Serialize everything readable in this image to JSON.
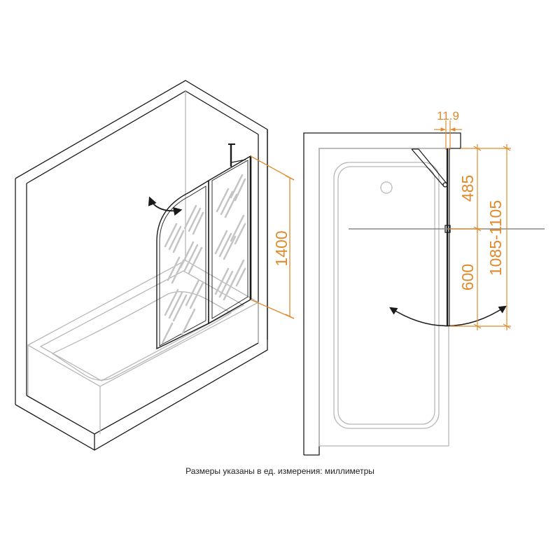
{
  "colors": {
    "outline": "#1a1a1a",
    "light": "#b8b8b8",
    "dimension": "#e08a2c",
    "background": "#ffffff"
  },
  "perspective_view": {
    "panel_height_label": "1400"
  },
  "plan_view": {
    "glass_thickness_label": "11.9",
    "fixed_panel_label": "485",
    "swing_panel_label": "600",
    "total_width_label": "1085-1105"
  },
  "caption": "Размеры указаны в ед. измерения: миллиметры"
}
